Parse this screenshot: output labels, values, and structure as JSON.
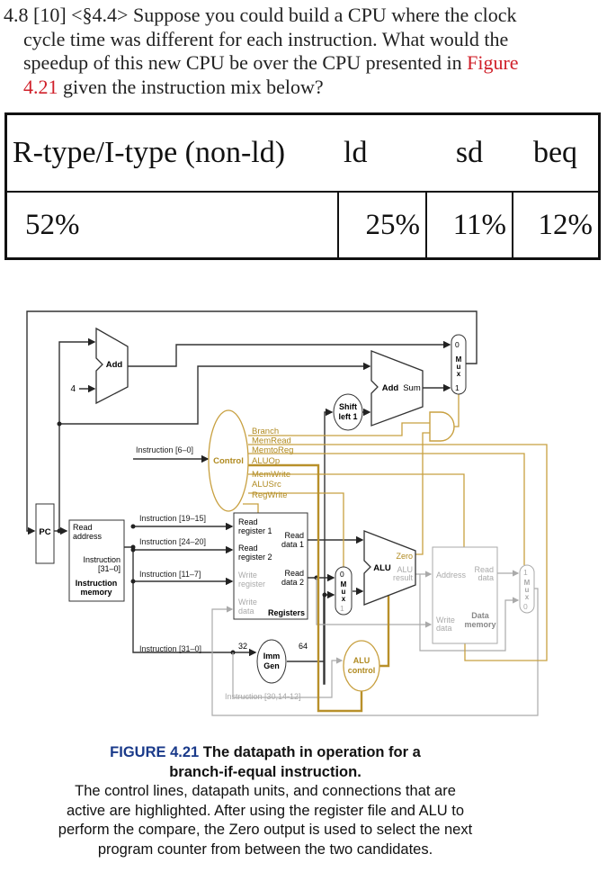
{
  "question": {
    "number": "4.8 [10] <§4.4>",
    "line1": " Suppose you could build a CPU where the clock",
    "line2": "cycle time was different for each instruction. What would the",
    "line3": "speedup of this new CPU be over the CPU presented in ",
    "figure_ref_a": "Figure",
    "figure_ref_b": "4.21",
    "line4": " given the instruction mix below?",
    "link_color": "#d0202a"
  },
  "table": {
    "headers": [
      "R-type/I-type (non-ld)",
      "ld",
      "sd",
      "beq"
    ],
    "values": [
      "52%",
      "25%",
      "11%",
      "12%"
    ]
  },
  "diagram": {
    "add1": "Add",
    "four": "4",
    "add2": "Add",
    "sum": "Sum",
    "shift1": "Shift",
    "shift2": "left 1",
    "mux_top": [
      "0",
      "M",
      "u",
      "x",
      "1"
    ],
    "control": "Control",
    "control_signals": [
      "Branch",
      "MemRead",
      "MemtoReg",
      "ALUOp",
      "MemWrite",
      "ALUSrc",
      "RegWrite"
    ],
    "instr_6_0": "Instruction [6–0]",
    "instr_19_15": "Instruction [19–15]",
    "instr_24_20": "Instruction [24–20]",
    "instr_11_7": "Instruction [11–7]",
    "instr_31_0": "Instruction [31–0]",
    "instr_30": "Instruction [30,14-12]",
    "pc": "PC",
    "imem": {
      "read1": "Read",
      "read2": "address",
      "instr1": "Instruction",
      "instr2": "[31–0]",
      "name1": "Instruction",
      "name2": "memory"
    },
    "regs": {
      "rr1a": "Read",
      "rr1b": "register 1",
      "rr2a": "Read",
      "rr2b": "register 2",
      "wra": "Write",
      "wrb": "register",
      "wda": "Write",
      "wdb": "data",
      "rd1a": "Read",
      "rd1b": "data 1",
      "rd2a": "Read",
      "rd2b": "data 2",
      "name": "Registers"
    },
    "imm": {
      "a": "Imm",
      "b": "Gen",
      "in_bits": "32",
      "out_bits": "64"
    },
    "mux_alu": [
      "0",
      "M",
      "u",
      "x",
      "1"
    ],
    "alu": {
      "name": "ALU",
      "zero": "Zero",
      "res1": "ALU",
      "res2": "result"
    },
    "alu_control": {
      "a": "ALU",
      "b": "control"
    },
    "dmem": {
      "addr": "Address",
      "rd1": "Read",
      "rd2": "data",
      "wd1": "Write",
      "wd2": "data",
      "n1": "Data",
      "n2": "memory"
    },
    "mux_mem": [
      "1",
      "M",
      "u",
      "x",
      "0"
    ],
    "colors": {
      "active": "#222222",
      "control": "#c8a040",
      "inactive": "#a8a8a8",
      "control_text": "#b08a20"
    }
  },
  "caption": {
    "figure": "FIGURE 4.21",
    "title1": "  The datapath in operation for a",
    "title2": "branch-if-equal instruction.",
    "body": "The control lines, datapath units, and connections that are active are highlighted. After using the register file and ALU to perform the compare, the Zero output is used to select the next program counter from between the two candidates."
  }
}
